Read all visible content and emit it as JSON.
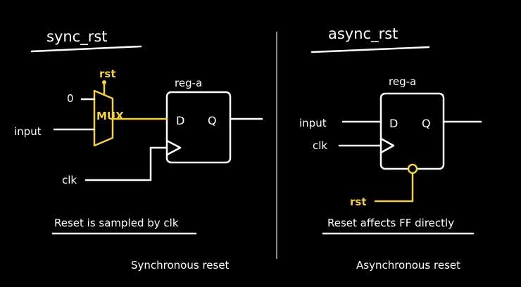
{
  "sync": {
    "title": "sync_rst",
    "reg_label": "reg-a",
    "d_label": "D",
    "q_label": "Q",
    "mux_label": "MUX",
    "rst_label": "rst",
    "zero_label": "0",
    "input_label": "input",
    "clk_label": "clk",
    "note": "Reset is sampled by clk",
    "caption": "Synchronous reset"
  },
  "async": {
    "title": "async_rst",
    "reg_label": "reg-a",
    "d_label": "D",
    "q_label": "Q",
    "input_label": "input",
    "clk_label": "clk",
    "rst_label": "rst",
    "note": "Reset affects FF directly",
    "caption": "Asynchronous reset"
  },
  "colors": {
    "background": "#000000",
    "wire": "#ffffff",
    "highlight": "#f2cf4a",
    "divider": "#8a8a8a"
  }
}
